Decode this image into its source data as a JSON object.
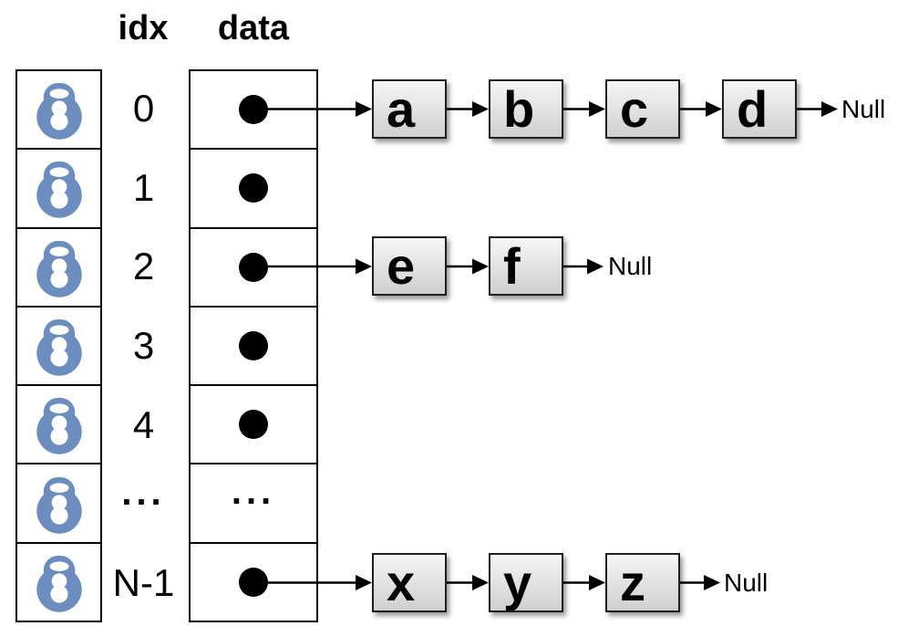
{
  "headers": {
    "idx_label": "idx",
    "data_label": "data"
  },
  "buckets": [
    {
      "idx": "0",
      "pointer": "dot",
      "chain": [
        "a",
        "b",
        "c",
        "d"
      ],
      "terminator": "Null"
    },
    {
      "idx": "1",
      "pointer": "dot",
      "chain": []
    },
    {
      "idx": "2",
      "pointer": "dot",
      "chain": [
        "e",
        "f"
      ],
      "terminator": "Null"
    },
    {
      "idx": "3",
      "pointer": "dot",
      "chain": []
    },
    {
      "idx": "4",
      "pointer": "dot",
      "chain": []
    },
    {
      "idx": "...",
      "pointer": "ellipsis",
      "data_text": "..."
    },
    {
      "idx": "N-1",
      "pointer": "dot",
      "chain": [
        "x",
        "y",
        "z"
      ],
      "terminator": "Null"
    }
  ],
  "icons": {
    "bucket_icon": "lock-icon"
  },
  "colors": {
    "lock_blue": "#6C8EBF",
    "line_black": "#000000",
    "node_border": "#1f1f1f",
    "node_fill_top": "#f6f6f6",
    "node_fill_bottom": "#cfcfcf"
  }
}
